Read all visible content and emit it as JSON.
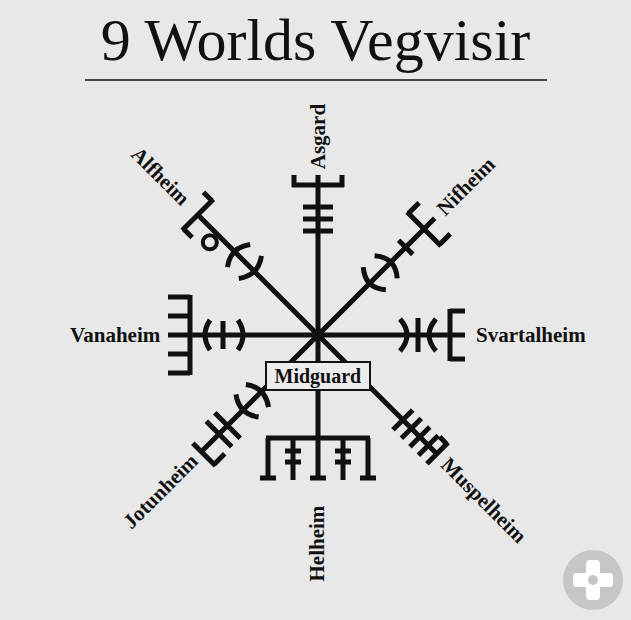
{
  "diagram": {
    "title": "9 Worlds Vegvisir",
    "nodes": [
      {
        "text": [
          "Midguard"
        ]
      }
    ],
    "labels": [
      "Asgard",
      "Alfheim",
      "Nifheim",
      "Vanaheim",
      "Svartalheim",
      "Jotunheim",
      "Helheim",
      "Muspelheim"
    ]
  }
}
